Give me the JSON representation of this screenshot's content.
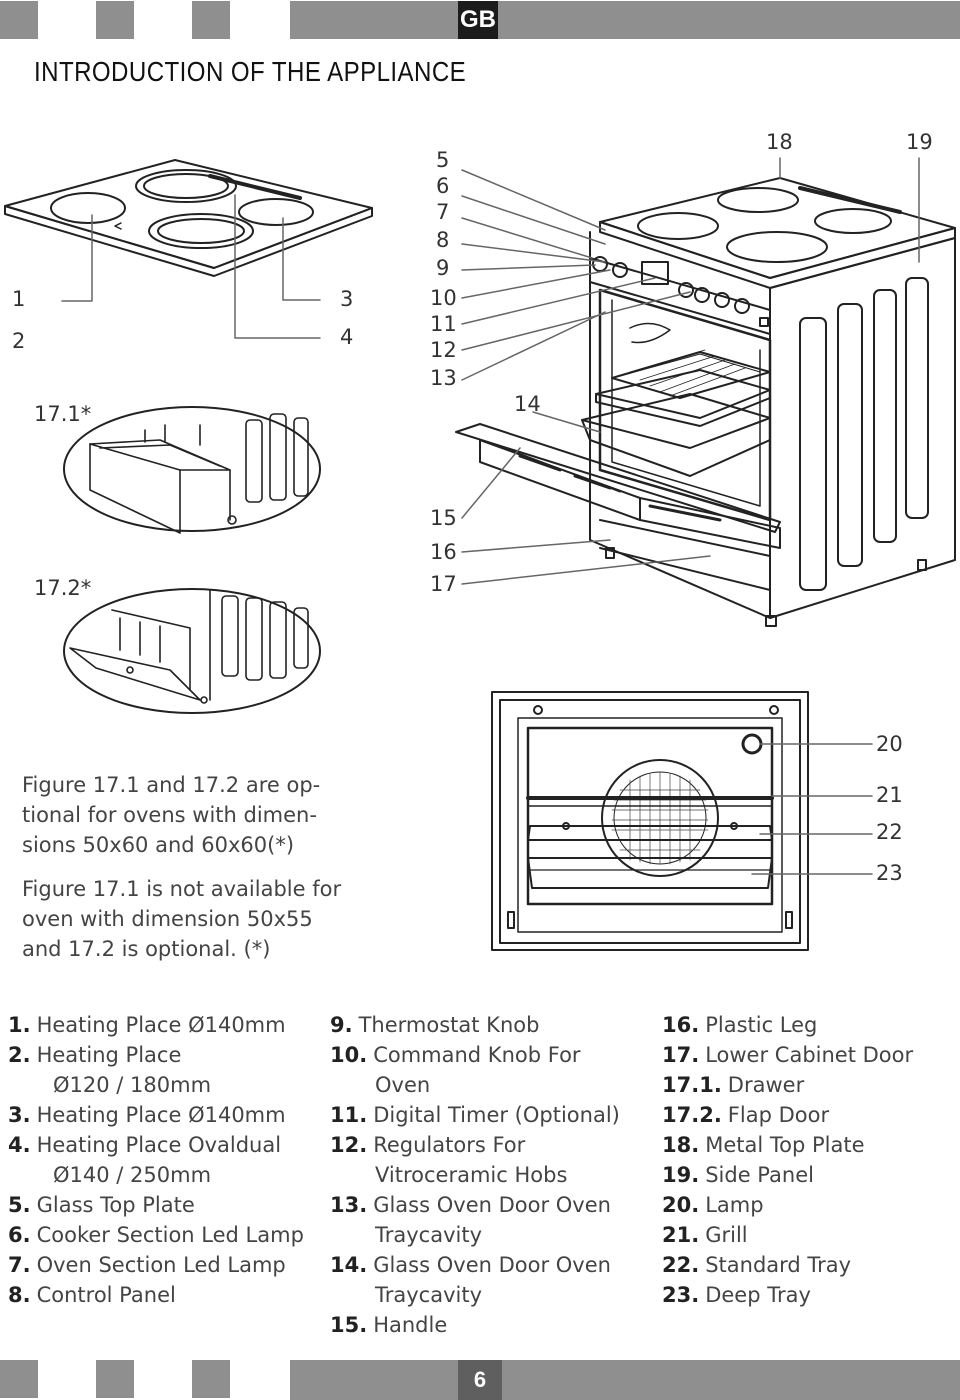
{
  "header": {
    "badge": "GB"
  },
  "title": "INTRODUCTION OF THE APPLIANCE",
  "figure_labels": {
    "l1": "1",
    "l2": "2",
    "l3": "3",
    "l4": "4",
    "l5": "5",
    "l6": "6",
    "l7": "7",
    "l8": "8",
    "l9": "9",
    "l10": "10",
    "l11": "11",
    "l12": "12",
    "l13": "13",
    "l14": "14",
    "l15": "15",
    "l16": "16",
    "l17": "17",
    "l18": "18",
    "l19": "19",
    "l20": "20",
    "l21": "21",
    "l22": "22",
    "l23": "23",
    "fig171": "17.1*",
    "fig172": "17.2*"
  },
  "notes": {
    "note1": [
      "Figure 17.1 and 17.2 are op-",
      "tional for ovens with dimen-",
      "sions 50x60 and 60x60(*)"
    ],
    "note2": [
      "Figure 17.1 is not available for",
      "oven with dimension 50x55",
      "and 17.2 is optional. (*)"
    ]
  },
  "legend": {
    "col1": [
      {
        "num": "1.",
        "text": "Heating Place Ø140mm"
      },
      {
        "num": "2.",
        "text": "Heating Place"
      },
      {
        "num": "",
        "text": "Ø120 / 180mm"
      },
      {
        "num": "3.",
        "text": "Heating Place Ø140mm"
      },
      {
        "num": "4.",
        "text": "Heating Place Ovaldual"
      },
      {
        "num": "",
        "text": "Ø140 / 250mm"
      },
      {
        "num": "5.",
        "text": "Glass Top Plate"
      },
      {
        "num": "6.",
        "text": "Cooker Section Led Lamp"
      },
      {
        "num": "7.",
        "text": "Oven Section Led Lamp"
      },
      {
        "num": "8.",
        "text": "Control Panel"
      }
    ],
    "col2": [
      {
        "num": "9.",
        "text": "Thermostat Knob"
      },
      {
        "num": "10.",
        "text": "Command Knob For"
      },
      {
        "num": "",
        "text": "Oven"
      },
      {
        "num": "11.",
        "text": "Digital Timer (Optional)"
      },
      {
        "num": "12.",
        "text": "Regulators For"
      },
      {
        "num": "",
        "text": "Vitroceramic Hobs"
      },
      {
        "num": "13.",
        "text": "Glass Oven Door Oven"
      },
      {
        "num": "",
        "text": "Traycavity"
      },
      {
        "num": "14.",
        "text": "Glass Oven Door Oven"
      },
      {
        "num": "",
        "text": "Traycavity"
      },
      {
        "num": "15.",
        "text": "Handle"
      }
    ],
    "col3": [
      {
        "num": "16.",
        "text": "Plastic Leg"
      },
      {
        "num": "17.",
        "text": "Lower Cabinet Door"
      },
      {
        "num": "17.1.",
        "text": "Drawer"
      },
      {
        "num": "17.2.",
        "text": "Flap Door"
      },
      {
        "num": "18.",
        "text": "Metal Top Plate"
      },
      {
        "num": "19.",
        "text": "Side Panel"
      },
      {
        "num": "20.",
        "text": "Lamp"
      },
      {
        "num": "21.",
        "text": "Grill"
      },
      {
        "num": "22.",
        "text": "Standard Tray"
      },
      {
        "num": "23.",
        "text": "Deep Tray"
      }
    ]
  },
  "footer": {
    "page": "6"
  }
}
